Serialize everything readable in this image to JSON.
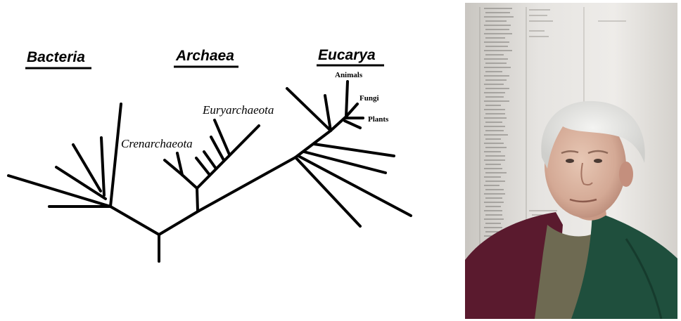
{
  "domains": {
    "bacteria": "Bacteria",
    "archaea": "Archaea",
    "eucarya": "Eucarya"
  },
  "groups": {
    "crenarchaeota": "Crenarchaeota",
    "euryarchaeota": "Euryarchaeota"
  },
  "eukaryote_leaves": {
    "animals": "Animals",
    "fungi": "Fungi",
    "plants": "Plants"
  },
  "colors": {
    "line": "#000000",
    "background": "#ffffff",
    "sweater_green": "#1f4f3d",
    "sweater_maroon": "#5a1a2e"
  }
}
